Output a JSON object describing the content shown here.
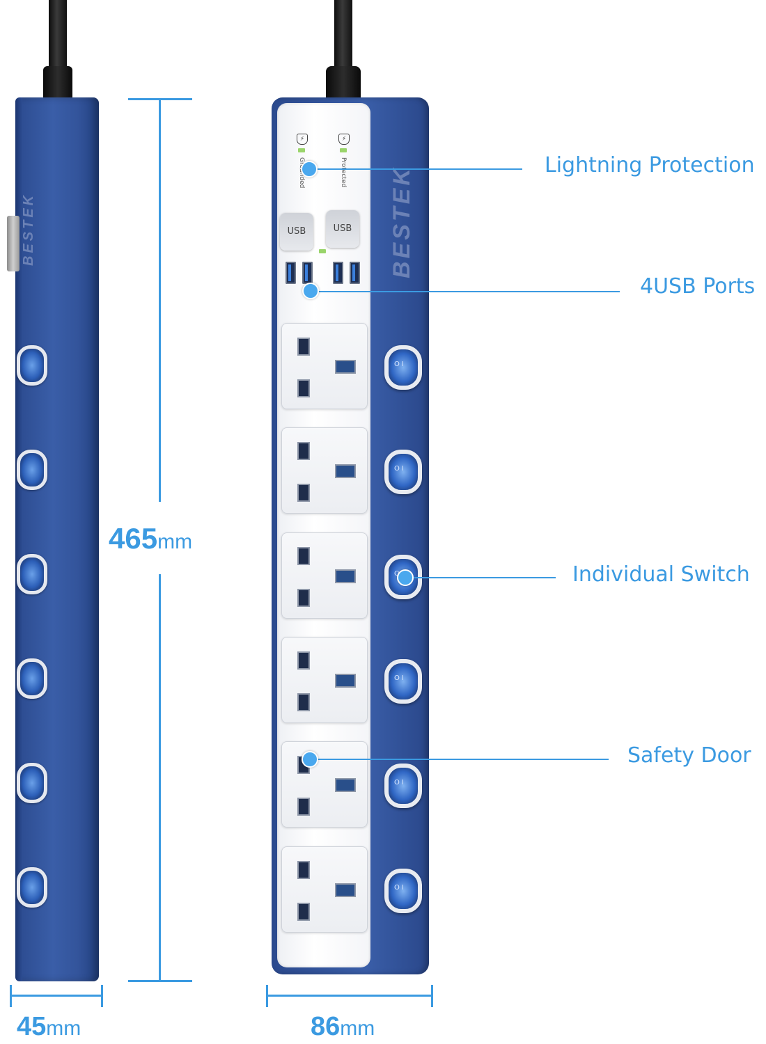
{
  "brand": "BESTEK",
  "dimensions": {
    "height": {
      "value": "465",
      "unit": "mm"
    },
    "side_width": {
      "value": "45",
      "unit": "mm"
    },
    "front_width": {
      "value": "86",
      "unit": "mm"
    }
  },
  "indicators": {
    "left_label": "Grounded",
    "right_label": "Protected"
  },
  "usb_caps": [
    "USB",
    "USB"
  ],
  "callouts": {
    "lightning": "Lightning Protection",
    "usb": "4USB Ports",
    "switch": "Individual Switch",
    "safety": "Safety Door"
  },
  "colors": {
    "accent": "#3b9ae1",
    "body_blue": "#33549b",
    "face_white": "#f4f5f8"
  }
}
